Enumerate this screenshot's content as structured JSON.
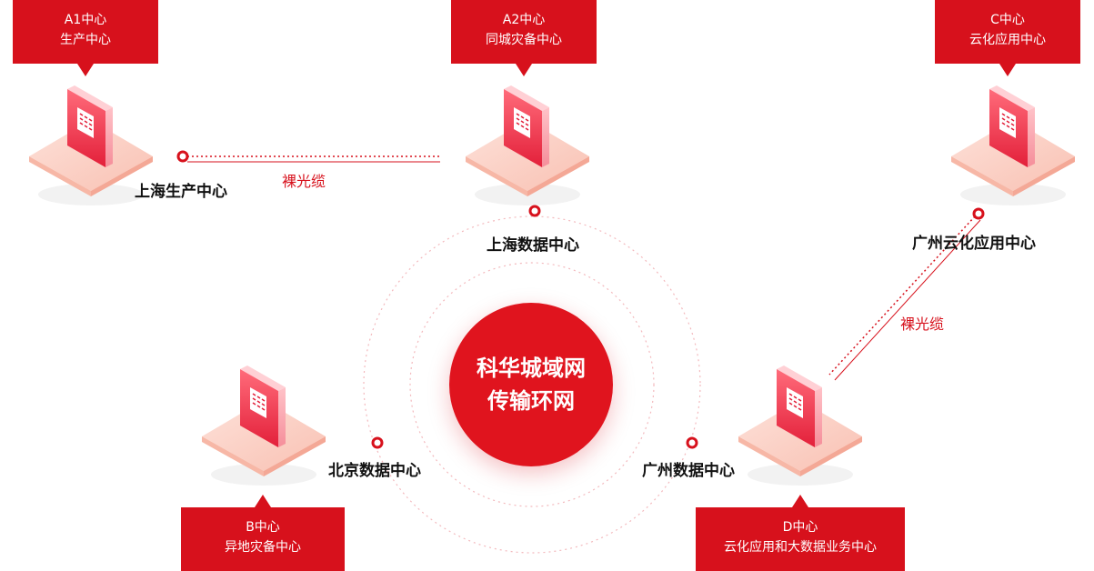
{
  "hub": {
    "line1": "科华城域网",
    "line2": "传输环网"
  },
  "callouts": {
    "a1": {
      "line1": "A1中心",
      "line2": "生产中心"
    },
    "a2": {
      "line1": "A2中心",
      "line2": "同城灾备中心"
    },
    "c": {
      "line1": "C中心",
      "line2": "云化应用中心"
    },
    "b": {
      "line1": "B中心",
      "line2": "异地灾备中心"
    },
    "d": {
      "line1": "D中心",
      "line2": "云化应用和大数据业务中心"
    }
  },
  "nodes": {
    "shanghai_production": "上海生产中心",
    "shanghai_data": "上海数据中心",
    "guangzhou_cloud": "广州云化应用中心",
    "beijing_data": "北京数据中心",
    "guangzhou_data": "广州数据中心"
  },
  "links": {
    "top": "裸光缆",
    "right": "裸光缆"
  },
  "colors": {
    "accent": "#d7111c",
    "device_top": "#e8344a",
    "platform": "#fbd0c6"
  }
}
